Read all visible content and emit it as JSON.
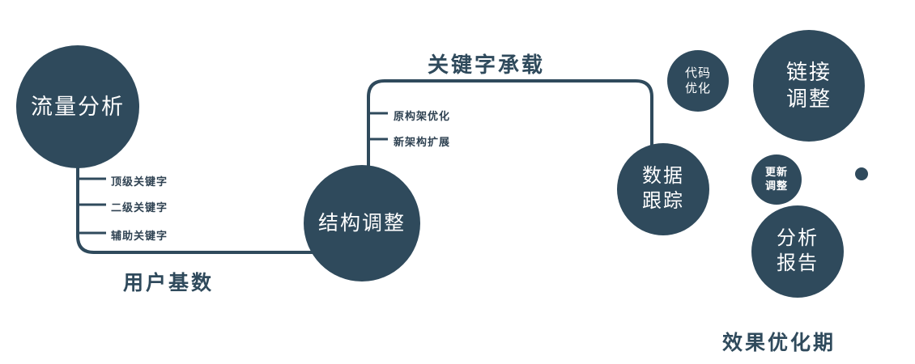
{
  "diagram": {
    "accent_color": "#2f4a5c",
    "tick_label_color": "#2f4252",
    "nodes": {
      "traffic_analysis": {
        "label": "流量分析"
      },
      "structure_adjustment": {
        "label": "结构调整"
      },
      "data_tracking": {
        "lines": [
          "数据",
          "跟踪"
        ]
      },
      "code_optimization": {
        "lines": [
          "代码",
          "优化"
        ]
      },
      "link_adjustment": {
        "lines": [
          "链接",
          "调整"
        ]
      },
      "update_adjustment": {
        "lines": [
          "更新",
          "调整"
        ]
      },
      "analysis_report": {
        "lines": [
          "分析",
          "报告"
        ]
      }
    },
    "edge_labels": {
      "user_base": "用户基数",
      "keyword_carry": "关键字承载"
    },
    "ticks": {
      "traffic": [
        "顶级关键字",
        "二级关键字",
        "辅助关键字"
      ],
      "structure": [
        "原构架优化",
        "新架构扩展"
      ]
    },
    "footer": "效果优化期"
  }
}
